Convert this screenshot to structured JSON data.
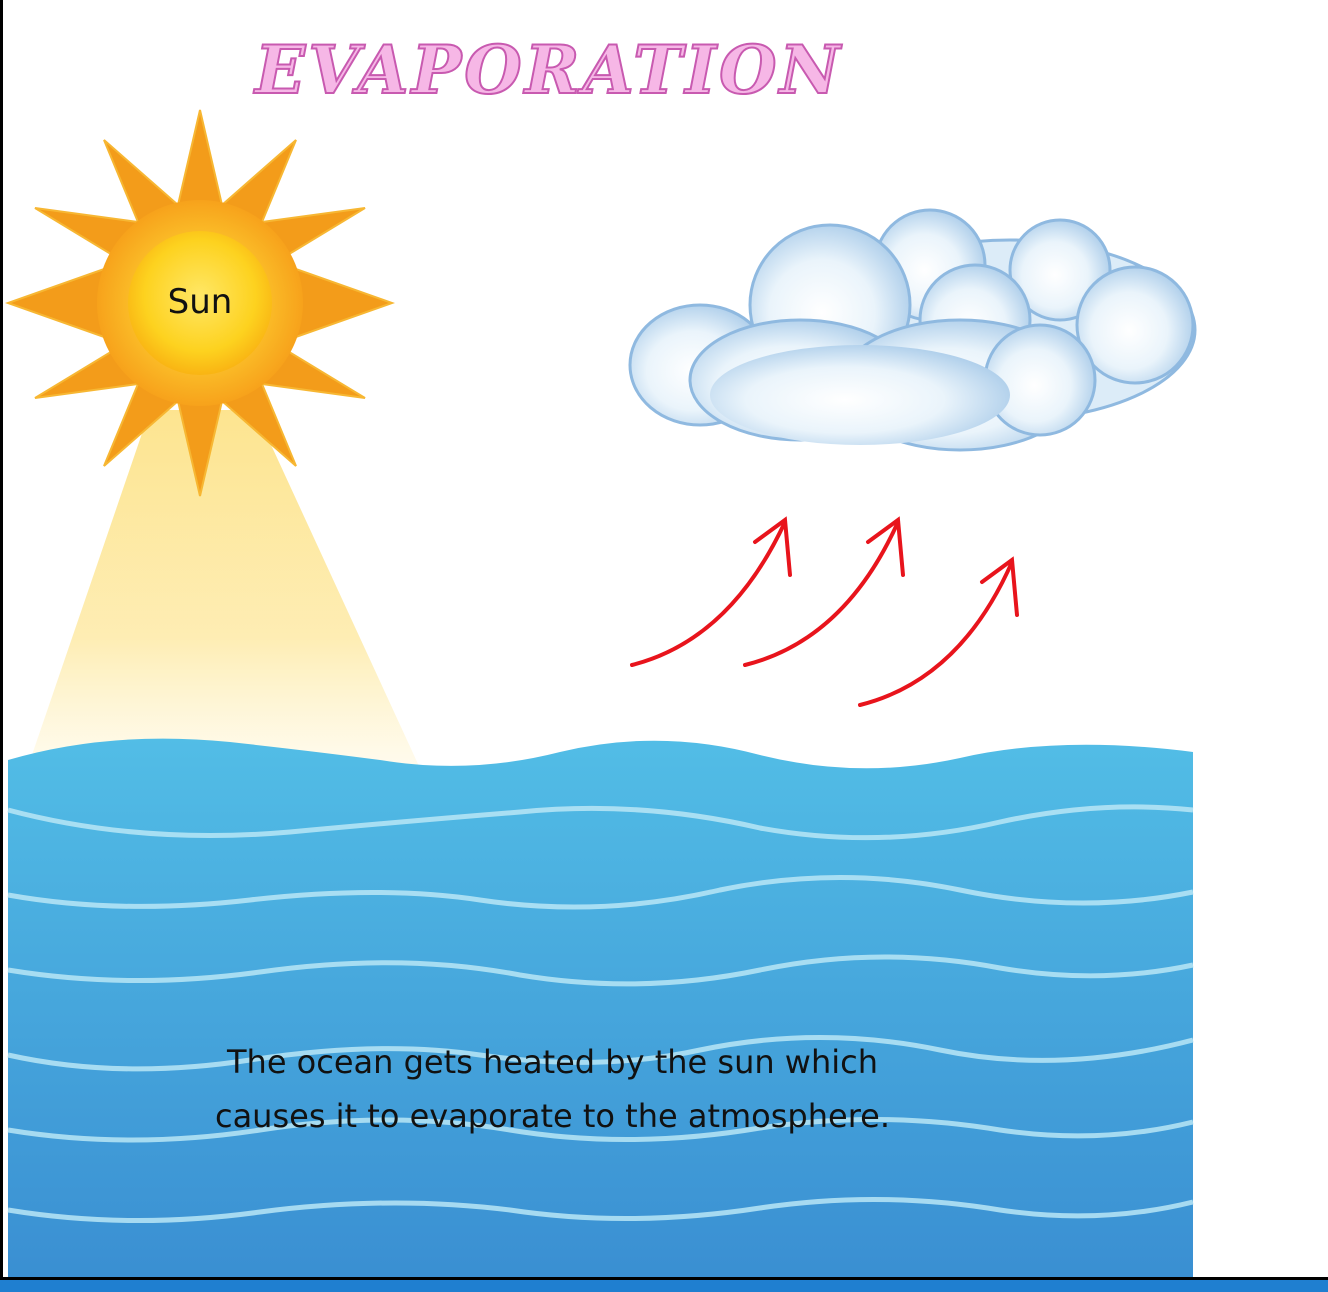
{
  "title": "EVAPORATION",
  "labels": {
    "sun": "Sun"
  },
  "caption": "The ocean gets heated by the sun which causes it to evaporate to the atmosphere.",
  "icons": [
    "sun-icon",
    "cloud-icon",
    "arrow-up-right-icon",
    "ocean-waves"
  ],
  "colors": {
    "title_fill": "#f6b7e6",
    "title_outline": "#c85ab0",
    "sun_rays": "#f39c1a",
    "sun_core": "#fccf1e",
    "ocean": "#43a6dc",
    "arrows": "#e8141c",
    "bottom_strip": "#1f7fd0"
  }
}
